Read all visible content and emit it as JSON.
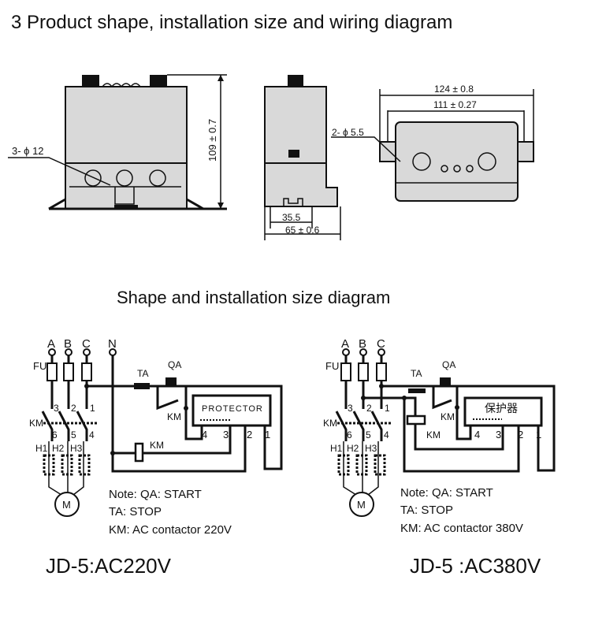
{
  "section_title": "3 Product shape, installation size and wiring diagram",
  "shape_caption": "Shape and installation size diagram",
  "dimensions": {
    "hole_front": "3- ϕ 12",
    "height": "109 ± 0.7",
    "rail": "35.5",
    "depth": "65 ± 0.6",
    "width_outer": "124 ± 0.8",
    "width_inner": "111 ± 0.27",
    "hole_mount": "2- ϕ 5.5"
  },
  "circuit_220": {
    "phases": [
      "A",
      "B",
      "C",
      "N"
    ],
    "fuse": "FU",
    "ta": "TA",
    "qa": "QA",
    "km": "KM",
    "protector": "PROTECTOR",
    "terminals_top": [
      "3",
      "2",
      "1"
    ],
    "terminals_bottom": [
      "6",
      "5",
      "4"
    ],
    "heaters": [
      "H1",
      "H2",
      "H3"
    ],
    "prot_terminals": [
      "4",
      "3",
      "2",
      "1"
    ],
    "motor": "M",
    "notes": [
      "Note: QA: START",
      "TA: STOP",
      "KM: AC contactor 220V"
    ],
    "title": "JD-5:AC220V"
  },
  "circuit_380": {
    "phases": [
      "A",
      "B",
      "C"
    ],
    "fuse": "FU",
    "ta": "TA",
    "qa": "QA",
    "km": "KM",
    "protector": "保护器",
    "terminals_top": [
      "3",
      "2",
      "1"
    ],
    "terminals_bottom": [
      "6",
      "5",
      "4"
    ],
    "heaters": [
      "H1",
      "H2",
      "H3"
    ],
    "prot_terminals": [
      "4",
      "3",
      "2",
      "1"
    ],
    "motor": "M",
    "notes": [
      "Note: QA: START",
      "TA: STOP",
      "KM: AC contactor 380V"
    ],
    "title": "JD-5 :AC380V"
  }
}
